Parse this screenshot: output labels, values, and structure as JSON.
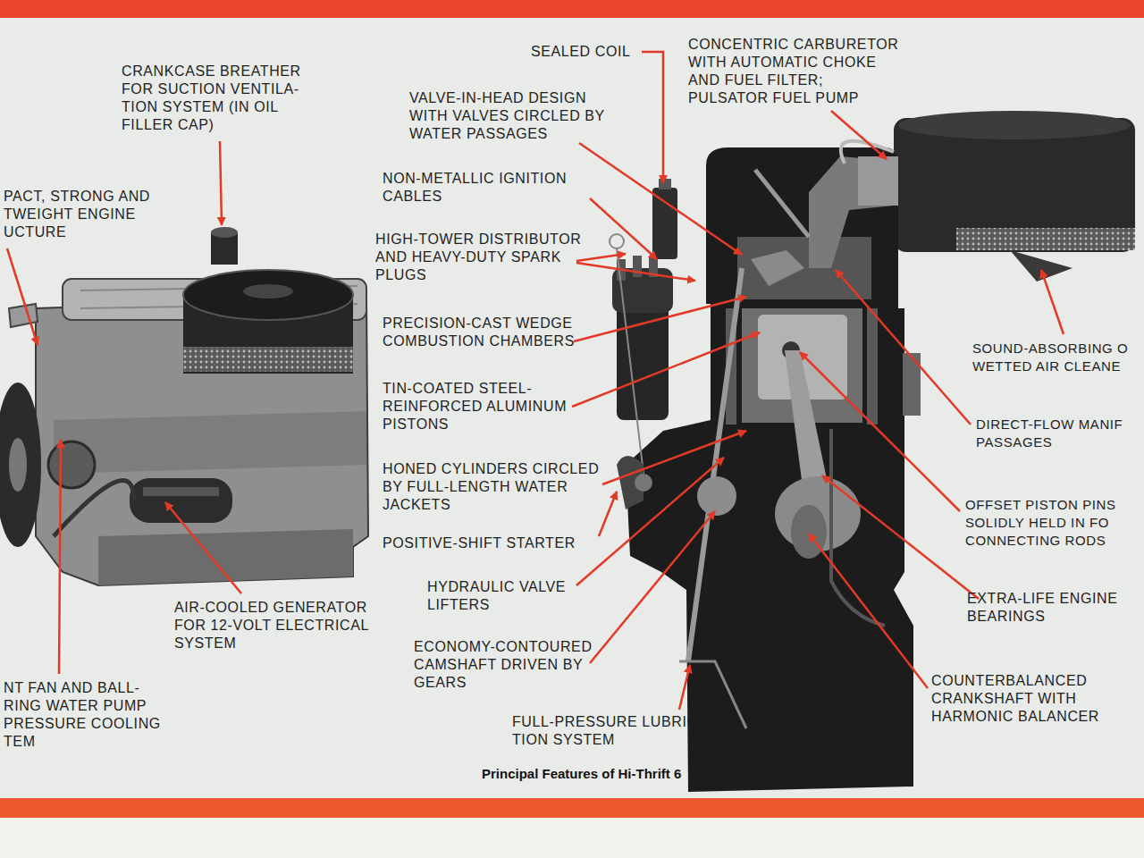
{
  "diagram": {
    "caption": "Principal Features of Hi-Thrift 6",
    "labels": [
      "CRANKCASE BREATHER FOR SUCTION VENTILA- TION SYSTEM (IN OIL FILLER CAP)",
      "PACT, STRONG AND TWEIGHT ENGINE UCTURE",
      "SEALED COIL",
      "CONCENTRIC CARBURETOR WITH AUTOMATIC CHOKE AND FUEL FILTER; PULSATOR FUEL PUMP",
      "VALVE-IN-HEAD DESIGN WITH VALVES CIRCLED BY WATER PASSAGES",
      "NON-METALLIC IGNITION CABLES",
      "HIGH-TOWER DISTRIBUTOR AND HEAVY-DUTY SPARK PLUGS",
      "PRECISION-CAST WEDGE COMBUSTION CHAMBERS",
      "SOUND-ABSORBING O WETTED AIR CLEANE",
      "TIN-COATED STEEL- REINFORCED ALUMINUM PISTONS",
      "DIRECT-FLOW MANIF PASSAGES",
      "HONED CYLINDERS CIRCLED BY FULL-LENGTH WATER JACKETS",
      "OFFSET PISTON PINS SOLIDLY HELD IN FO CONNECTING RODS",
      "POSITIVE-SHIFT STARTER",
      "HYDRAULIC VALVE LIFTERS",
      "AIR-COOLED GENERATOR FOR 12-VOLT ELECTRICAL SYSTEM",
      "EXTRA-LIFE ENGINE BEARINGS",
      "ECONOMY-CONTOURED CAMSHAFT DRIVEN BY GEARS",
      "NT FAN AND BALL- RING WATER PUMP PRESSURE COOLING TEM",
      "COUNTERBALANCED CRANKSHAFT WITH HARMONIC BALANCER",
      "FULL-PRESSURE LUBRICA- TION SYSTEM"
    ]
  }
}
